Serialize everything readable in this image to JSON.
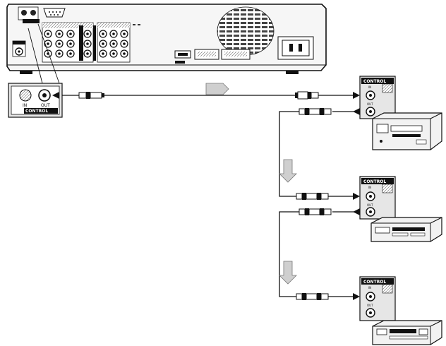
{
  "receiver": {
    "panel_label": "CONTROL",
    "port_in": "IN",
    "port_out": "OUT"
  },
  "devices": [
    {
      "panel_label": "CONTROL",
      "port_in": "IN",
      "port_out": "OUT"
    },
    {
      "panel_label": "CONTROL",
      "port_in": "IN",
      "port_out": "OUT"
    },
    {
      "panel_label": "CONTROL",
      "port_in": "IN",
      "port_out": "OUT"
    }
  ],
  "colors": {
    "line": "#111111",
    "device_body": "#f2f2f2",
    "panel": "#e6e6e6",
    "arrow": "#cfcfcf"
  }
}
